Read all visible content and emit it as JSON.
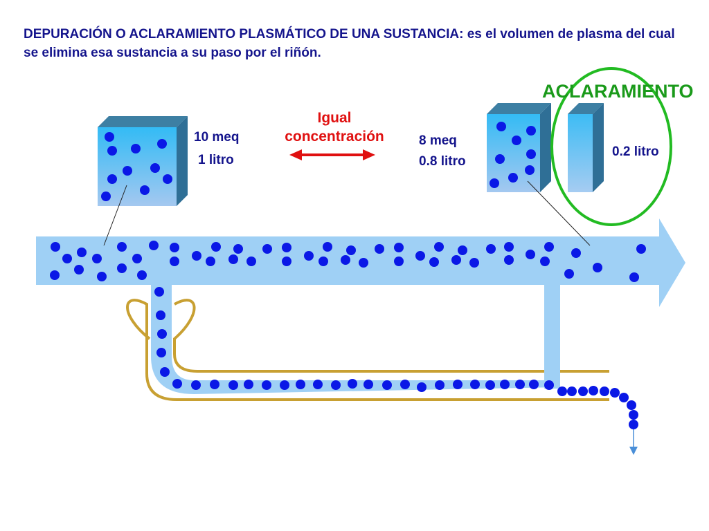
{
  "title": "DEPURACIÓN O ACLARAMIENTO PLASMÁTICO DE UNA SUSTANCIA: es el volumen de plasma del cual se elimina esa sustancia a su paso por el riñón.",
  "left_box": {
    "amount": "10 meq",
    "volume": "1 litro"
  },
  "middle": {
    "line1": "Igual",
    "line2": "concentración"
  },
  "right_box": {
    "amount": "8 meq",
    "volume": "0.8 litro"
  },
  "clearance": {
    "title": "ACLARAMIENTO",
    "volume": "0.2 litro"
  },
  "colors": {
    "plasma": "#9fd0f5",
    "particle": "#0a18e6",
    "tubule": "#c8a032",
    "arrow_red": "#e01010",
    "circle_green": "#22bb22",
    "title_blue": "#14148c"
  }
}
